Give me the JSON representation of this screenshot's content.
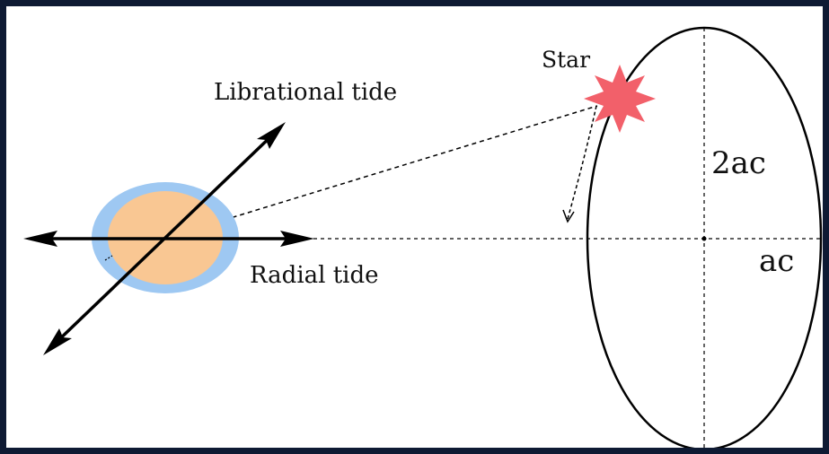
{
  "labels": {
    "star": "Star",
    "librational_tide": "Librational tide",
    "radial_tide": "Radial tide",
    "semi_major": "2ac",
    "semi_minor": "ac"
  },
  "colors": {
    "frame": "#0e1a33",
    "ocean": "#9ec8f2",
    "body": "#f9c793",
    "star": "#f2606a",
    "ink": "#111111"
  }
}
